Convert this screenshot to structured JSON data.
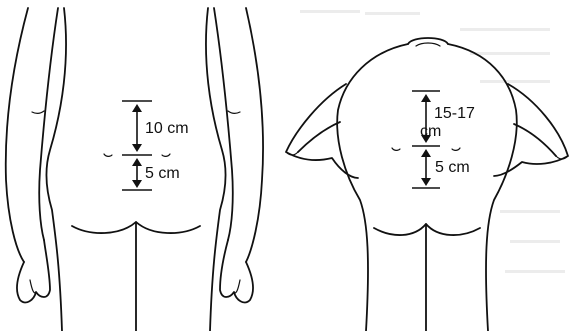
{
  "figure": {
    "left_panel": {
      "upper_label": "10 cm",
      "lower_label": "5 cm"
    },
    "right_panel": {
      "upper_label_line1": "15-17",
      "upper_label_line2": "cm",
      "lower_label": "5 cm"
    },
    "colors": {
      "ink": "#111111",
      "background": "#ffffff"
    }
  }
}
